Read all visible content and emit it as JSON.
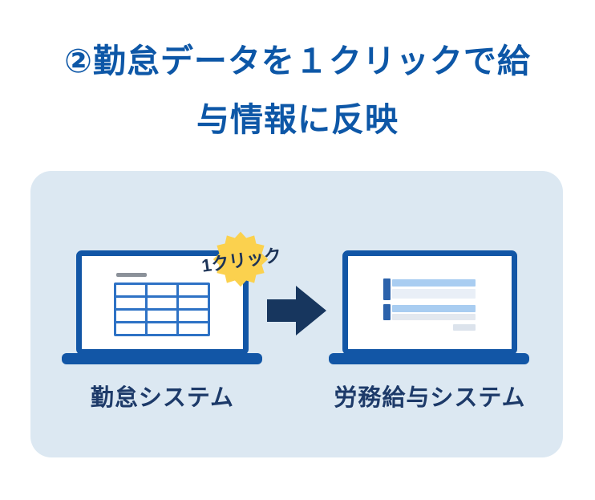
{
  "title": {
    "line1": "②勤怠データを１クリックで給",
    "line2": "与情報に反映"
  },
  "badge": {
    "label": "1クリック"
  },
  "flow": {
    "source_system": {
      "label": "勤怠システム"
    },
    "target_system": {
      "label": "労務給与システム"
    }
  },
  "icons": {
    "source": "laptop-with-table-icon",
    "target": "laptop-with-list-icon",
    "between": "arrow-right-icon",
    "badge": "starburst-badge-icon"
  },
  "colors": {
    "title_blue": "#0d57a7",
    "panel_background": "#dce8f2",
    "laptop_blue": "#1256a6",
    "table_border_blue": "#2e72c5",
    "arrow_navy": "#17365e",
    "badge_yellow": "#fbd14e",
    "badge_text_navy": "#1c3357",
    "caption_navy": "#1d3a69",
    "list_bar_blue": "#a9cdf1",
    "list_tick_blue": "#2b62ab"
  }
}
